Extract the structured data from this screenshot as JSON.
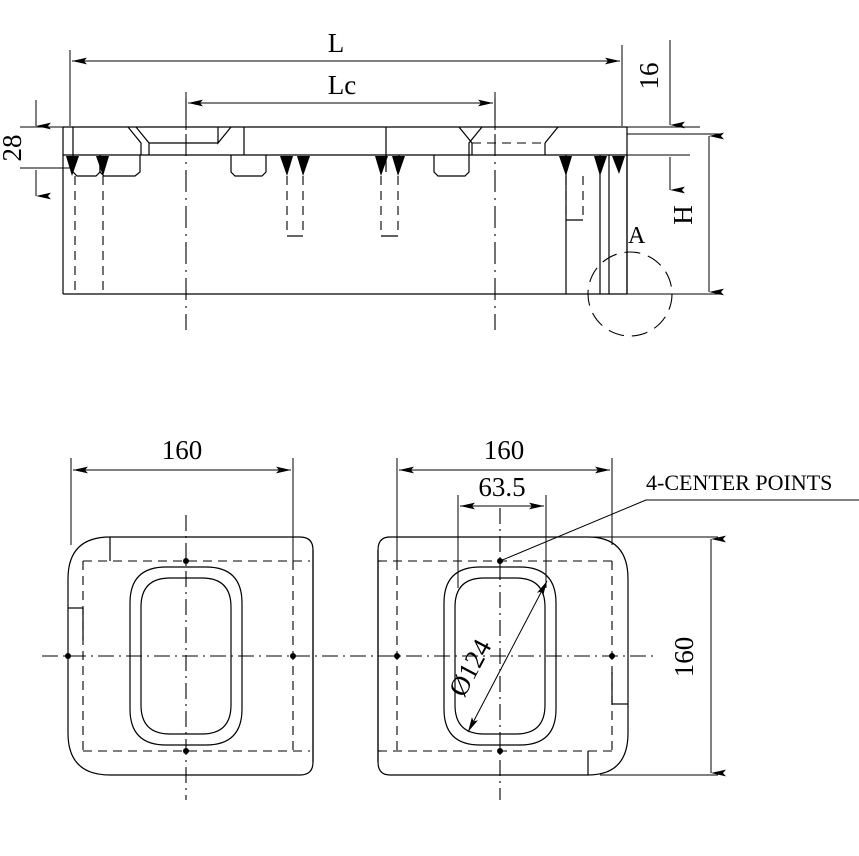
{
  "drawing": {
    "title": "Mechanical part engineering drawing - front view and bottom view",
    "views": {
      "front": {
        "name": "front-elevation-view",
        "dimensions": {
          "overall_length": "L",
          "center_length": "Lc",
          "lip_thickness": "16",
          "flange_height": "28",
          "body_height": "H"
        },
        "detail_callout": "A"
      },
      "bottom": {
        "name": "bottom-plan-view",
        "dimensions": {
          "left_pitch": "160",
          "right_pitch": "160",
          "inner_width": "63.5",
          "vertical_pitch": "160",
          "bore_diameter": "Ø124"
        },
        "note": "4-CENTER POINTS"
      }
    },
    "colors": {
      "line": "#000000",
      "background": "#ffffff"
    }
  }
}
